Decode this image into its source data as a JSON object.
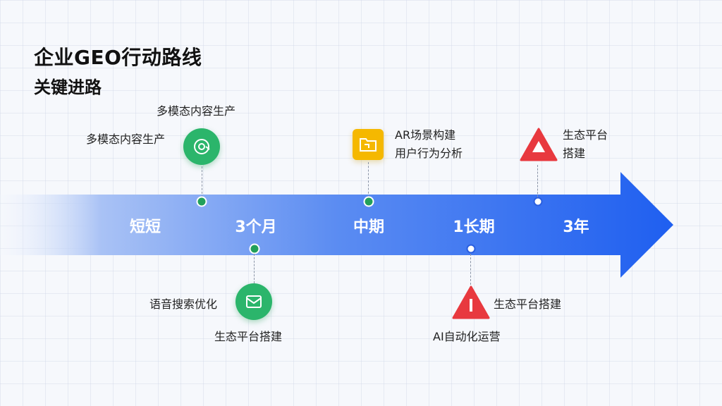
{
  "header": {
    "title": "企业GEO行动路线",
    "subtitle": "关键进路"
  },
  "timeline": {
    "stages": [
      "短短",
      "3个月",
      "中期",
      "1长期",
      "3年"
    ]
  },
  "milestones": {
    "top1": {
      "label_a": "多模态内容生产",
      "label_b": "多模态内容生产",
      "icon": "target-icon",
      "color": "#2bb56b"
    },
    "top2": {
      "label_line1": "AR场景构建",
      "label_line2": "用户行为分析",
      "icon": "folder-icon",
      "color": "#f5b800"
    },
    "top3": {
      "label_line1": "生态平台",
      "label_line2": "搭建",
      "icon": "warning-triangle-icon",
      "color": "#e8393f"
    },
    "bottom1": {
      "label_a": "语音搜索优化",
      "label_b": "生态平台搭建",
      "icon": "mail-icon",
      "color": "#2bb56b"
    },
    "bottom2": {
      "label_a": "生态平台搭建",
      "label_b": "AI自动化运营",
      "icon": "alert-triangle-icon",
      "color": "#e8393f"
    }
  },
  "colors": {
    "arrow_start": "#f3f6fd",
    "arrow_end": "#1f5ff0"
  }
}
